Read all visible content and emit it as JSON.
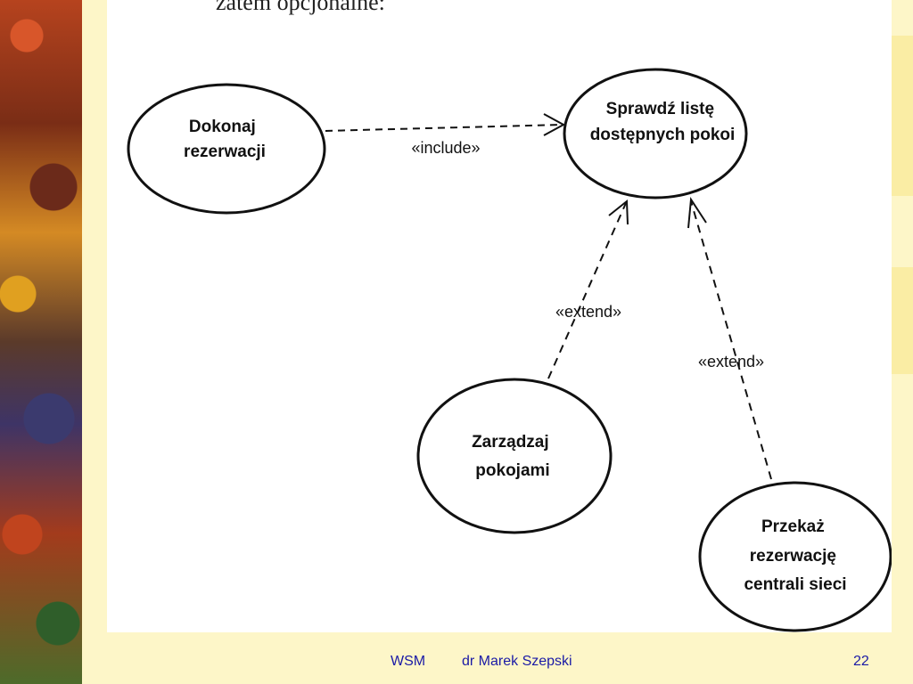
{
  "header_fragment": "zatem opcjonalne:",
  "use_cases": {
    "dokonaj": [
      "Dokonaj",
      "rezerwacji"
    ],
    "sprawdz": [
      "Sprawdź listę",
      "dostępnych pokoi"
    ],
    "zarzadzaj": [
      "Zarządzaj",
      "pokojami"
    ],
    "przekaz": [
      "Przekaż",
      "rezerwację",
      "centrali sieci"
    ]
  },
  "relations": {
    "include": "«include»",
    "extend_left": "«extend»",
    "extend_right": "«extend»"
  },
  "footer": {
    "org": "WSM",
    "author": "dr Marek Szepski",
    "page": "22"
  },
  "colors": {
    "footer_text": "#1a1aa6",
    "background": "#fdf6c8"
  }
}
